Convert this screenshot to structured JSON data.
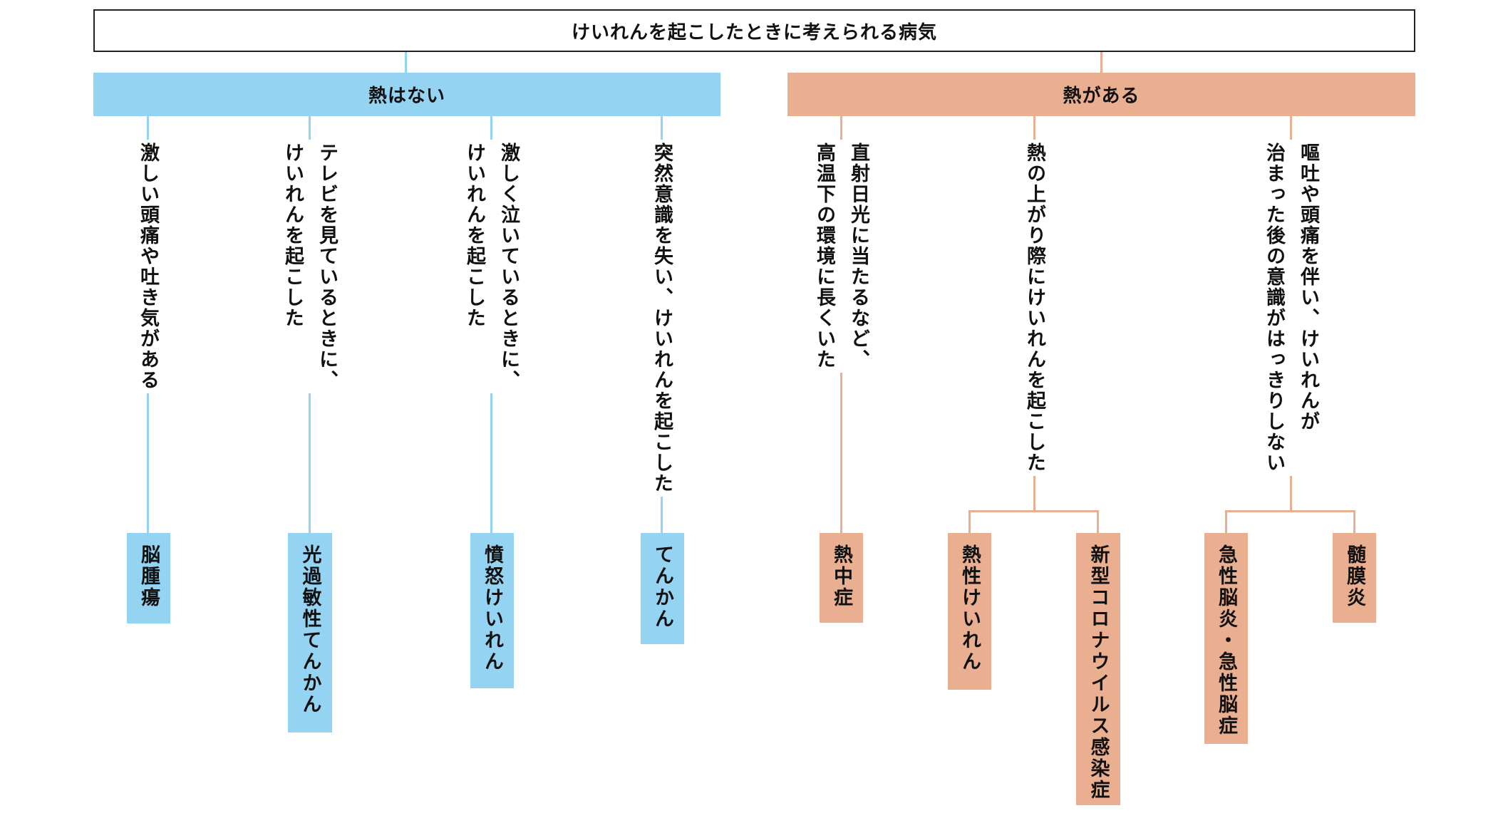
{
  "title": "けいれんを起こしたときに考えられる病気",
  "colors": {
    "no_fever": "#95d3f2",
    "fever": "#eaaf90",
    "border": "#222222"
  },
  "no_fever": {
    "label": "熱はない",
    "branches": [
      {
        "condition": "激しい頭痛や吐き気がある",
        "result": "脳腫瘍"
      },
      {
        "condition": "テレビを見ているときに、\nけいれんを起こした",
        "result": "光過敏性てんかん"
      },
      {
        "condition": "激しく泣いているときに、\nけいれんを起こした",
        "result": "憤怒けいれん"
      },
      {
        "condition": "突然意識を失い、けいれんを起こした",
        "result": "てんかん"
      }
    ]
  },
  "fever": {
    "label": "熱がある",
    "branches": [
      {
        "condition": "直射日光に当たるなど、\n高温下の環境に長くいた",
        "results": [
          "熱中症"
        ]
      },
      {
        "condition": "熱の上がり際にけいれんを起こした",
        "results": [
          "熱性けいれん",
          "新型コロナウイルス感染症"
        ]
      },
      {
        "condition": "嘔吐や頭痛を伴い、けいれんが\n治まった後の意識がはっきりしない",
        "results": [
          "急性脳炎・急性脳症",
          "髄膜炎"
        ]
      }
    ]
  }
}
